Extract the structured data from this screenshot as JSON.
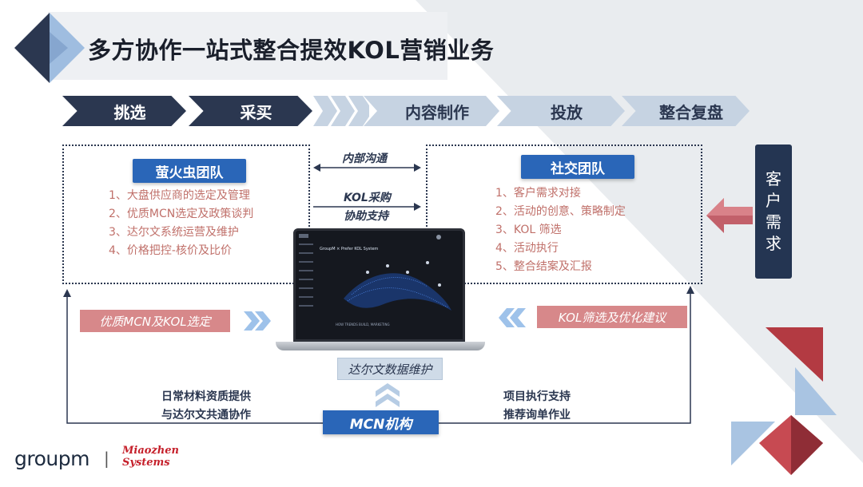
{
  "title": "多方协作一站式整合提效KOL营销业务",
  "steps": [
    "挑选",
    "采买",
    "内容制作",
    "投放",
    "整合复盘"
  ],
  "left_team": {
    "name": "萤火虫团队",
    "items": [
      "1、大盘供应商的选定及管理",
      "2、优质MCN选定及政策谈判",
      "3、达尔文系统运营及维护",
      "4、价格把控-核价及比价"
    ]
  },
  "right_team": {
    "name": "社交团队",
    "items": [
      "1、客户需求对接",
      "2、活动的创意、策略制定",
      "3、KOL 筛选",
      "4、活动执行",
      "5、整合结案及汇报"
    ]
  },
  "middle": {
    "internal": "内部沟通",
    "kol_line1": "KOL采购",
    "kol_line2": "协助支持"
  },
  "client": [
    "客",
    "户",
    "需",
    "求"
  ],
  "tags": {
    "left": "优质MCN及KOL选定",
    "right": "KOL筛选及优化建议",
    "data": "达尔文数据维护"
  },
  "mcn": "MCN机构",
  "bottom_left": [
    "日常材料资质提供",
    "与达尔文共通协作"
  ],
  "bottom_right": [
    "项目执行支持",
    "推荐询单作业"
  ],
  "screen": {
    "title": "GroupM × Prefer KOL System",
    "subtitle": "HOW TRENDS BUILD, MARKETING"
  },
  "logos": {
    "groupm": "groupm",
    "sep": "|",
    "mz1": "Miaozhen",
    "mz2": "Systems"
  },
  "colors": {
    "navy": "#2b3750",
    "pill_blue": "#2a66b8",
    "light_blue": "#c6d3e2",
    "coral": "#d7888a",
    "red_triangle": "#b33a42"
  }
}
